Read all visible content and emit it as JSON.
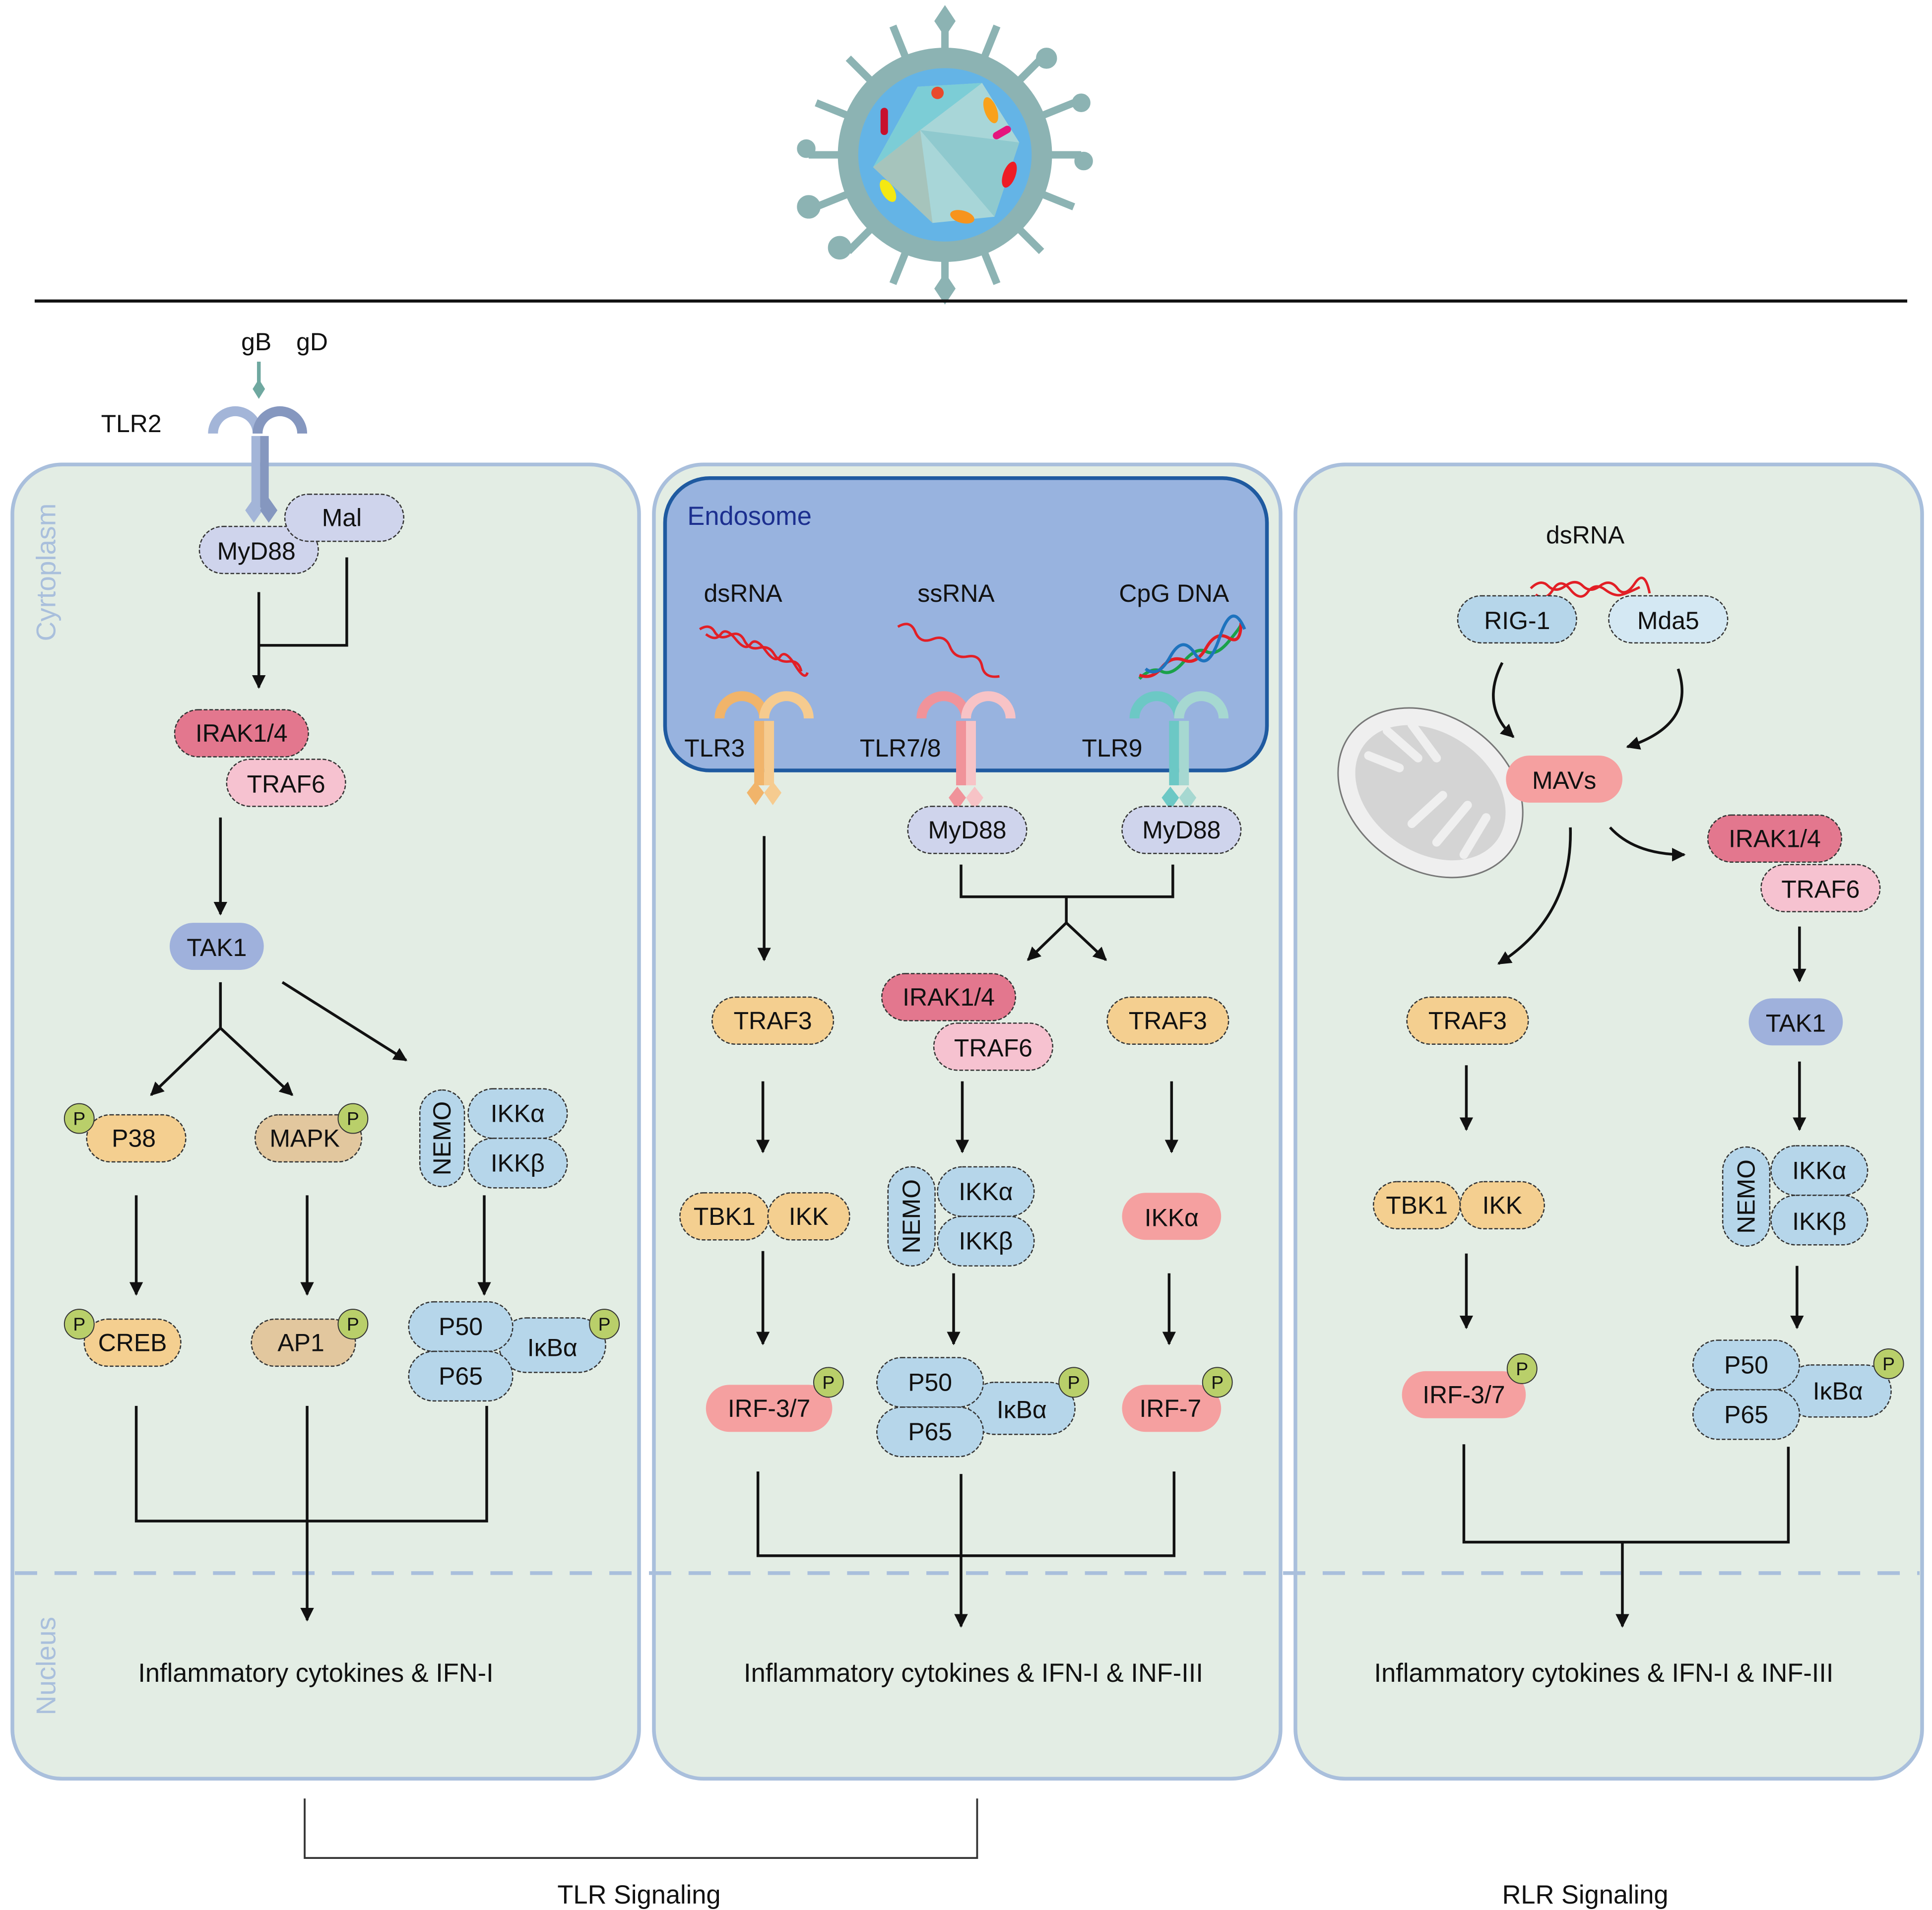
{
  "colors": {
    "cell_fill": "#e3ede4",
    "cell_border": "#a9bfdc",
    "endosome_fill": "#98b3df",
    "endosome_border": "#1f5aa0",
    "orange": "#f4cf90",
    "tan": "#e2c79e",
    "blue": "#b6d6ea",
    "lavender": "#cfd4ec",
    "tak1": "#9fb1dc",
    "irak": "#e3778e",
    "traf6": "#f6c2d0",
    "salmon": "#f5a0a0",
    "phospho": "#b9cf6a",
    "mitochondria": "#d4d4d4"
  },
  "header": {
    "virus_icon": "virus-particle",
    "membrane": "plasma-membrane"
  },
  "compartments": {
    "cytoplasm": "Cyrtoplasm",
    "nucleus": "Nucleus",
    "endosome": "Endosome"
  },
  "panel1": {
    "ligand_gB": "gB",
    "ligand_gD": "gD",
    "receptor": "TLR2",
    "myd88": "MyD88",
    "mal": "Mal",
    "irak": "IRAK1/4",
    "traf6": "TRAF6",
    "tak1": "TAK1",
    "p38": "P38",
    "mapk": "MAPK",
    "nemo": "NEMO",
    "ikka": "IKKα",
    "ikkb": "IKKβ",
    "creb": "CREB",
    "ap1": "AP1",
    "p50": "P50",
    "p65": "P65",
    "ikba": "IκBα",
    "phospho": "P",
    "output": "Inflammatory cytokines & IFN-I"
  },
  "panel2": {
    "ligand1": "dsRNA",
    "ligand2": "ssRNA",
    "ligand3": "CpG DNA",
    "tlr3": "TLR3",
    "tlr78": "TLR7/8",
    "tlr9": "TLR9",
    "myd88": "MyD88",
    "traf3": "TRAF3",
    "irak": "IRAK1/4",
    "traf6": "TRAF6",
    "tbk1": "TBK1",
    "ikk": "IKK",
    "nemo": "NEMO",
    "ikka": "IKKα",
    "ikkb": "IKKβ",
    "irf37": "IRF-3/7",
    "p50": "P50",
    "p65": "P65",
    "ikba": "IκBα",
    "irf7": "IRF-7",
    "phospho": "P",
    "output": "Inflammatory cytokines & IFN-I & INF-III"
  },
  "panel3": {
    "ligand": "dsRNA",
    "rig1": "RIG-1",
    "mda5": "Mda5",
    "mavs": "MAVs",
    "irak": "IRAK1/4",
    "traf6": "TRAF6",
    "traf3": "TRAF3",
    "tak1": "TAK1",
    "tbk1": "TBK1",
    "ikk": "IKK",
    "nemo": "NEMO",
    "ikka": "IKKα",
    "ikkb": "IKKβ",
    "irf37": "IRF-3/7",
    "p50": "P50",
    "p65": "P65",
    "ikba": "IκBα",
    "phospho": "P",
    "output": "Inflammatory cytokines & IFN-I & INF-III"
  },
  "footer": {
    "tlr_label": "TLR Signaling",
    "rlr_label": "RLR Signaling"
  }
}
